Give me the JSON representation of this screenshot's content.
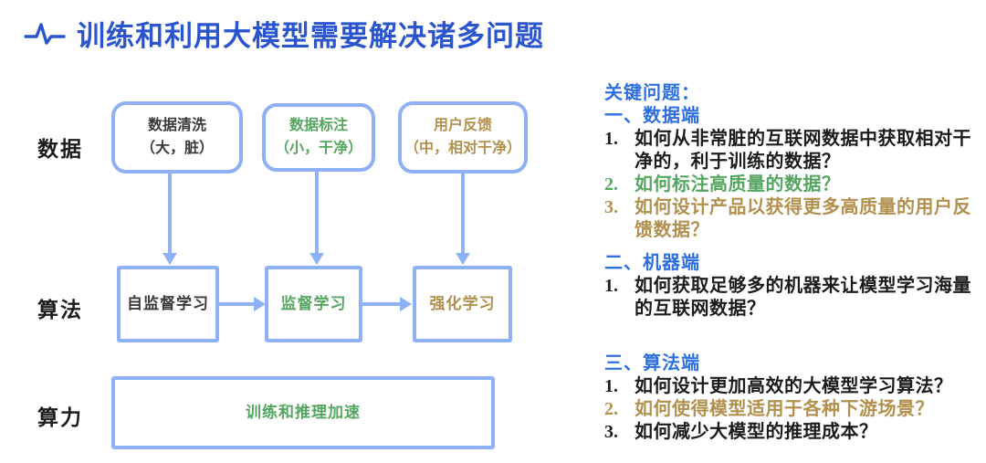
{
  "colors": {
    "title_blue": "#2B55CF",
    "heading_blue": "#2E6FE0",
    "green": "#54A660",
    "brown": "#B2904E",
    "dark": "#1C1C1C",
    "box_dark": "#3A3A3A",
    "border_blue": "#8EB0F4"
  },
  "title": {
    "text": "训练和利用大模型需要解决诸多问题"
  },
  "diagram": {
    "row_labels": [
      {
        "label": "数据"
      },
      {
        "label": "算法"
      },
      {
        "label": "算力"
      }
    ],
    "data_boxes": [
      {
        "line1": "数据清洗",
        "line2": "（大，脏）",
        "color": "box_dark"
      },
      {
        "line1": "数据标注",
        "line2": "（小，干净）",
        "color": "green"
      },
      {
        "line1": "用户反馈",
        "line2": "（中，相对干净）",
        "color": "brown"
      }
    ],
    "algo_boxes": [
      {
        "label": "自监督学习",
        "color": "box_dark"
      },
      {
        "label": "监督学习",
        "color": "green"
      },
      {
        "label": "强化学习",
        "color": "brown"
      }
    ],
    "compute_box": {
      "label": "训练和推理加速",
      "color": "green"
    }
  },
  "key_issues": {
    "heading": "关键问题：",
    "sections": [
      {
        "title": "一、数据端",
        "items": [
          {
            "num": "1.",
            "text": "如何从非常脏的互联网数据中获取相对干净的，利于训练的数据？",
            "color": "dark"
          },
          {
            "num": "2.",
            "text": "如何标注高质量的数据？",
            "color": "green"
          },
          {
            "num": "3.",
            "text": "如何设计产品以获得更多高质量的用户反馈数据？",
            "color": "brown"
          }
        ]
      },
      {
        "title": "二、机器端",
        "items": [
          {
            "num": "1.",
            "text": "如何获取足够多的机器来让模型学习海量的互联网数据？",
            "color": "dark"
          }
        ]
      },
      {
        "title": "三、算法端",
        "items": [
          {
            "num": "1.",
            "text": "如何设计更加高效的大模型学习算法？",
            "color": "dark"
          },
          {
            "num": "2.",
            "text": "如何使得模型适用于各种下游场景？",
            "color": "brown"
          },
          {
            "num": "3.",
            "text": "如何减少大模型的推理成本？",
            "color": "dark"
          }
        ]
      }
    ]
  }
}
